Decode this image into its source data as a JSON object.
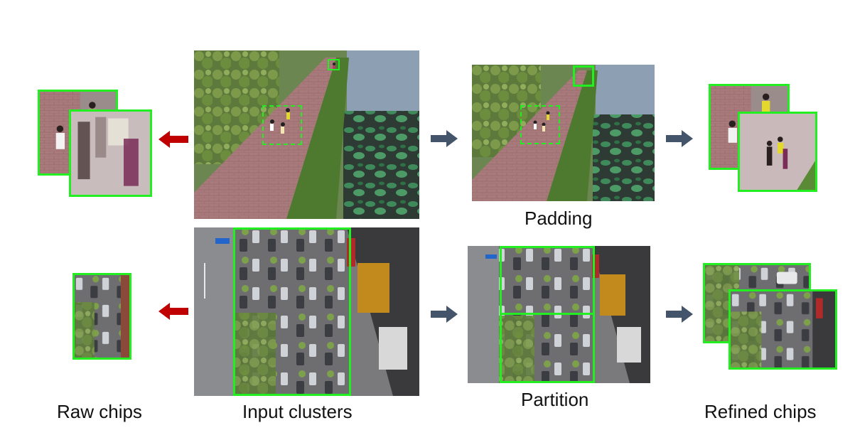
{
  "labels": {
    "raw_chips": "Raw chips",
    "input_clusters": "Input clusters",
    "padding": "Padding",
    "partition": "Partition",
    "refined_chips": "Refined chips"
  },
  "colors": {
    "box_green": "#22ee22",
    "arrow_red": "#c00000",
    "arrow_slate": "#44546a"
  },
  "rows": [
    {
      "name": "pedestrian-scene",
      "description_shown": "aerial park walkway with lake"
    },
    {
      "name": "parking-scene",
      "description_shown": "aerial street parking lot"
    }
  ]
}
